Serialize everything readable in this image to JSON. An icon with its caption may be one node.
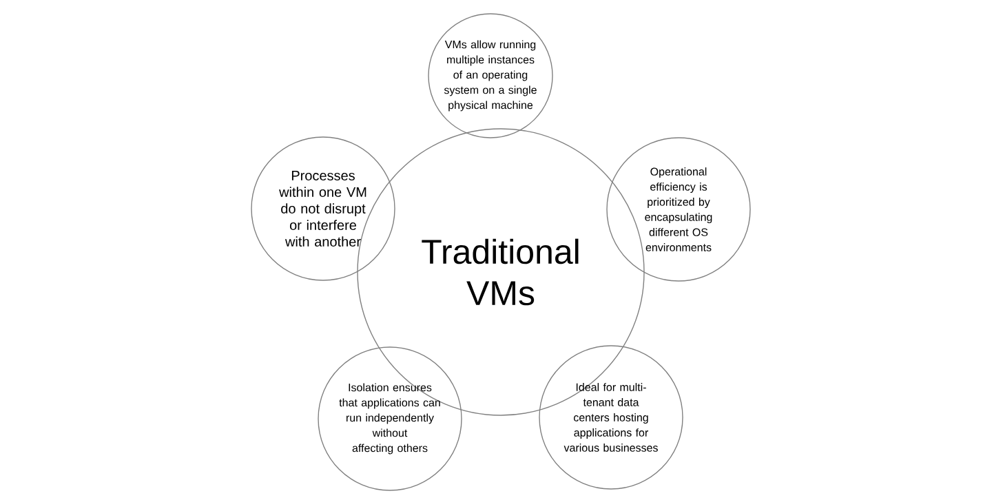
{
  "diagram": {
    "nodes": [
      {
        "text": [
          "Traditional VMs"
        ]
      },
      {
        "text": [
          "VMs allow running multiple instances of an operating system on a single physical machine"
        ]
      },
      {
        "text": [
          "Processes within one VM do not disrupt or interfere with another"
        ]
      },
      {
        "text": [
          "Operational efficiency is prioritized by encapsulating different OS environments"
        ]
      },
      {
        "text": [
          "Isolation ensures that applications can run independently without affecting others"
        ]
      },
      {
        "text": [
          "Ideal for multi-tenant data centers hosting applications for various businesses"
        ]
      }
    ]
  }
}
